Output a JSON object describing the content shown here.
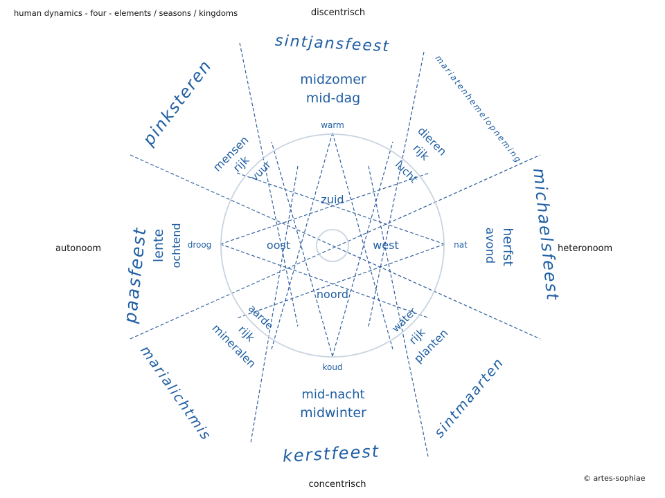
{
  "header": {
    "title": "human dynamics - four - elements / seasons / kingdoms",
    "copyright": "© artes-sophiae"
  },
  "axes": {
    "top": "discentrisch",
    "bottom": "concentrisch",
    "left": "autonoom",
    "right": "heteronoom"
  },
  "festivals": {
    "sintjansfeest": "sintjansfeest",
    "mariatenhemelopneming": "mariatenhemelopneming",
    "michaelsfeest": "michaelsfeest",
    "sintmaarten": "sintmaarten",
    "kerstfeest": "kerstfeest",
    "marialichtmis": "marialichtmis",
    "paasfeest": "paasfeest",
    "pinksteren": "pinksteren"
  },
  "seasons": {
    "top_1": "midzomer",
    "top_2": "mid-dag",
    "right_1": "herfst",
    "right_2": "avond",
    "bottom_1": "mid-nacht",
    "bottom_2": "midwinter",
    "left_1": "lente",
    "left_2": "ochtend"
  },
  "kingdoms": {
    "mensen": "mensen",
    "mensen_rijk": "rijk",
    "dieren": "dieren",
    "dieren_rijk": "rijk",
    "planten_rijk": "rijk",
    "planten": "planten",
    "mineralen_rijk": "rijk",
    "mineralen": "mineralen"
  },
  "elements": {
    "vuur": "vuur",
    "lucht": "lucht",
    "water": "water",
    "aarde": "aarde"
  },
  "qualities": {
    "warm": "warm",
    "koud": "koud",
    "droog": "droog",
    "nat": "nat"
  },
  "directions": {
    "zuid": "zuid",
    "noord": "noord",
    "oost": "oost",
    "west": "west"
  },
  "colors": {
    "blue_text": "#1f5ea3",
    "dash_line": "#2f5f9e",
    "ring": "#c8d4e0"
  }
}
